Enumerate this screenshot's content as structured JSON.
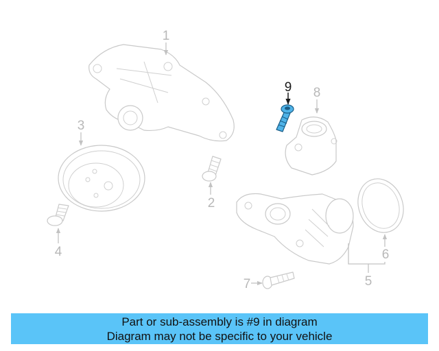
{
  "callouts": {
    "c1": "1",
    "c2": "2",
    "c3": "3",
    "c4": "4",
    "c5": "5",
    "c6": "6",
    "c7": "7",
    "c8": "8",
    "c9": "9"
  },
  "highlighted_part": "9",
  "colors": {
    "highlight_part": "#4fb3e8",
    "banner_background": "#5ac4f8",
    "line_art": "#c9c9c9"
  },
  "banner": {
    "line1": "Part or sub-assembly is #9 in diagram",
    "line2": "Diagram may not be specific to your vehicle"
  }
}
